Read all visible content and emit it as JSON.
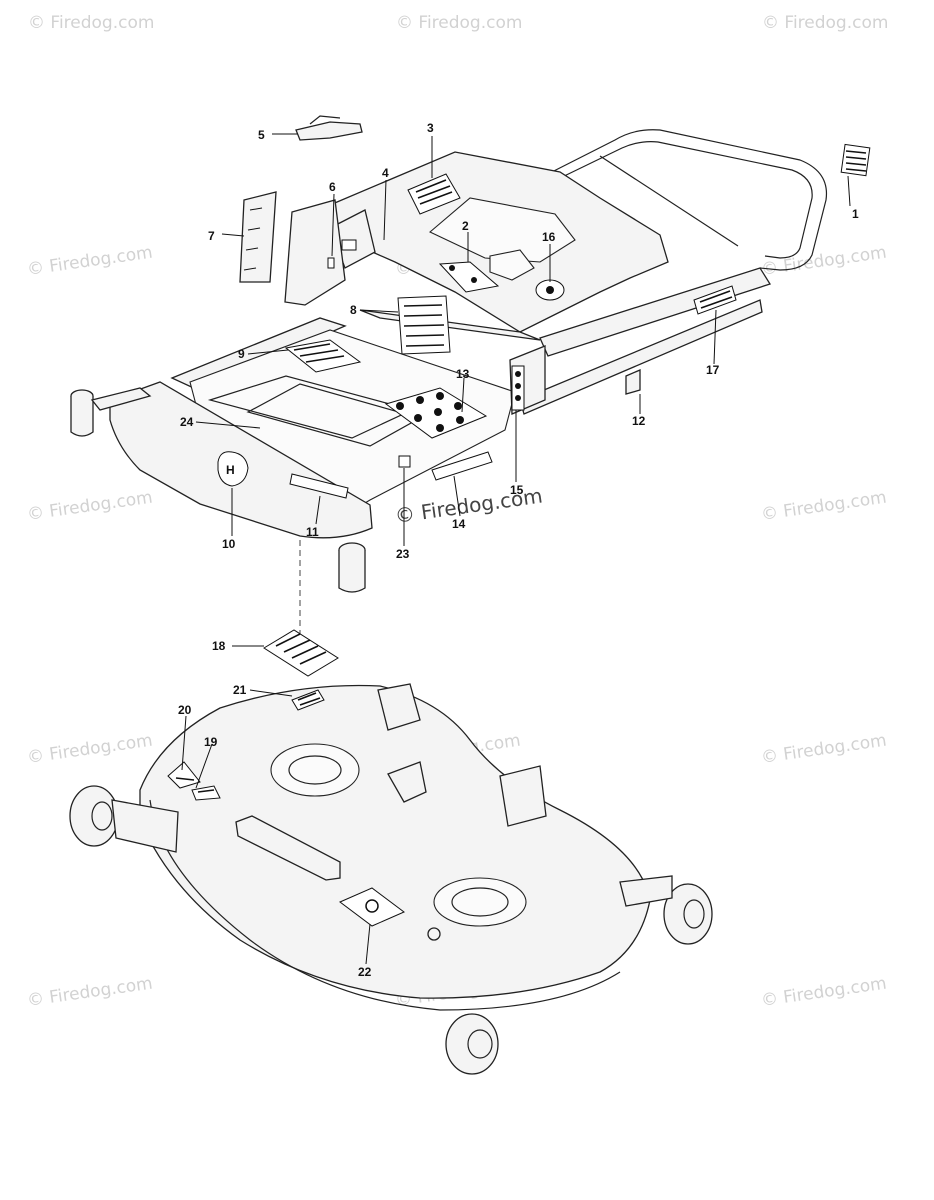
{
  "watermark": {
    "text": "© Firedog.com"
  },
  "callouts": {
    "c1": "1",
    "c2": "2",
    "c3": "3",
    "c4": "4",
    "c5": "5",
    "c6": "6",
    "c7": "7",
    "c8": "8",
    "c9": "9",
    "c10": "10",
    "c11": "11",
    "c12": "12",
    "c13": "13",
    "c14": "14",
    "c15": "15",
    "c16": "16",
    "c17": "17",
    "c18": "18",
    "c19": "19",
    "c20": "20",
    "c21": "21",
    "c22": "22",
    "c23": "23",
    "c24": "24"
  }
}
